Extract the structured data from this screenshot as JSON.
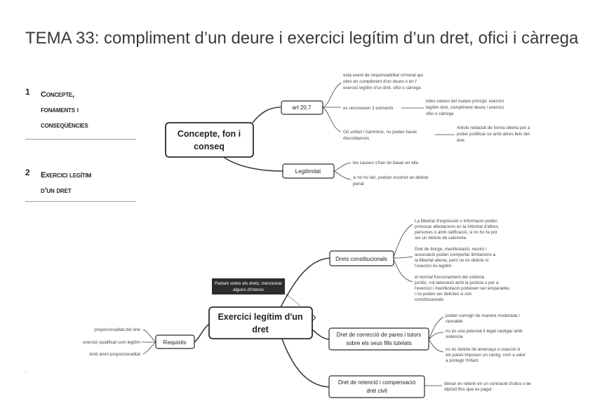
{
  "title": "TEMA 33: compliment d’un deure i exercici legítim d’un dret, ofici i càrrega",
  "toc": [
    {
      "num": "1",
      "lines": [
        "Concepte,",
        "fonaments i",
        "conseqüències"
      ]
    },
    {
      "num": "2",
      "lines": [
        "Exercici legítim",
        "d’un dret"
      ]
    }
  ],
  "stray_mark": ".",
  "map1": {
    "root": [
      "Concepte, fon i",
      "conseq"
    ],
    "art_label": "art 20.7",
    "legit_label": "Legitimitat",
    "art_children": [
      [
        "està exent de responsabilitat criminal qui",
        "obre en compliment d'un deure o en l'",
        "exercici legítim d'un dret, ofici o càrrega"
      ],
      [
        "es reconeixen 3 eximents"
      ],
      [
        "Ού unitari i harmònic, no poden haver",
        "discordances"
      ]
    ],
    "eximents_child": [
      "totes naixen del mateix principi: exercici",
      "legítim dret, compliment deure i exercici",
      "ofici o càrrega"
    ],
    "harmonic_child": [
      "Article redactat de forma oberta per a",
      "poder justificar-se amb altres lleis del",
      "dret"
    ],
    "legit_children": [
      [
        "les causes s'han de basar en ella"
      ],
      [
        "si no ho fan, podran incórrer en delicte",
        "penal"
      ]
    ]
  },
  "map2": {
    "root": [
      "Exercici legítim d'un",
      "dret"
    ],
    "note": [
      "Parlant sobre els drets, mencionar",
      "alguns d'interes"
    ],
    "requisits_label": "Requisits",
    "requisits_children": [
      "proporcionalitat del dret",
      "exercici qualificat com legítim",
      "Amb ànim proporcionalitat"
    ],
    "branch1_label": [
      "Drets constitucionals"
    ],
    "branch1_children": [
      [
        "La llibertat d'expressió o informació poden",
        "provocar afectacions en la intimitat d'altres,",
        "persones o amb calificació, si no ho fa pot",
        "ser un delicte de calúmnia"
      ],
      [
        "Dret de lliurge, manifestació, reunió i",
        "associació poden comportar limitacions a",
        "la llibertat aliena, però no és delicte si",
        "l'exercici és legítim"
      ],
      [
        "el normal funcionament del sistema",
        "jurídic, col·laboració amb la justícia o per a",
        "l'exercici i manifestació podeixen ser emparades",
        "i no poden ser delictes si són",
        "constitucionals"
      ]
    ],
    "branch2_label": [
      "Dret de correcció de pares i tutors",
      "sobre els seus fills tutelats"
    ],
    "branch2_children": [
      [
        "poden corregir de manera moderada i",
        "raonable"
      ],
      [
        "no és una potestat il·legal castigar amb",
        "violència"
      ],
      [
        "no és delicte de amenaça o coacció si",
        "els pares imposen un càstig, com a valor",
        "a protegir l'infant"
      ]
    ],
    "branch3_label": [
      "Dret de retenció i compensació",
      "dret civil"
    ],
    "branch3_children": [
      [
        "deixar en retenir en un contracte d'obra o de",
        "dipòsit fins que es pagui"
      ]
    ]
  }
}
